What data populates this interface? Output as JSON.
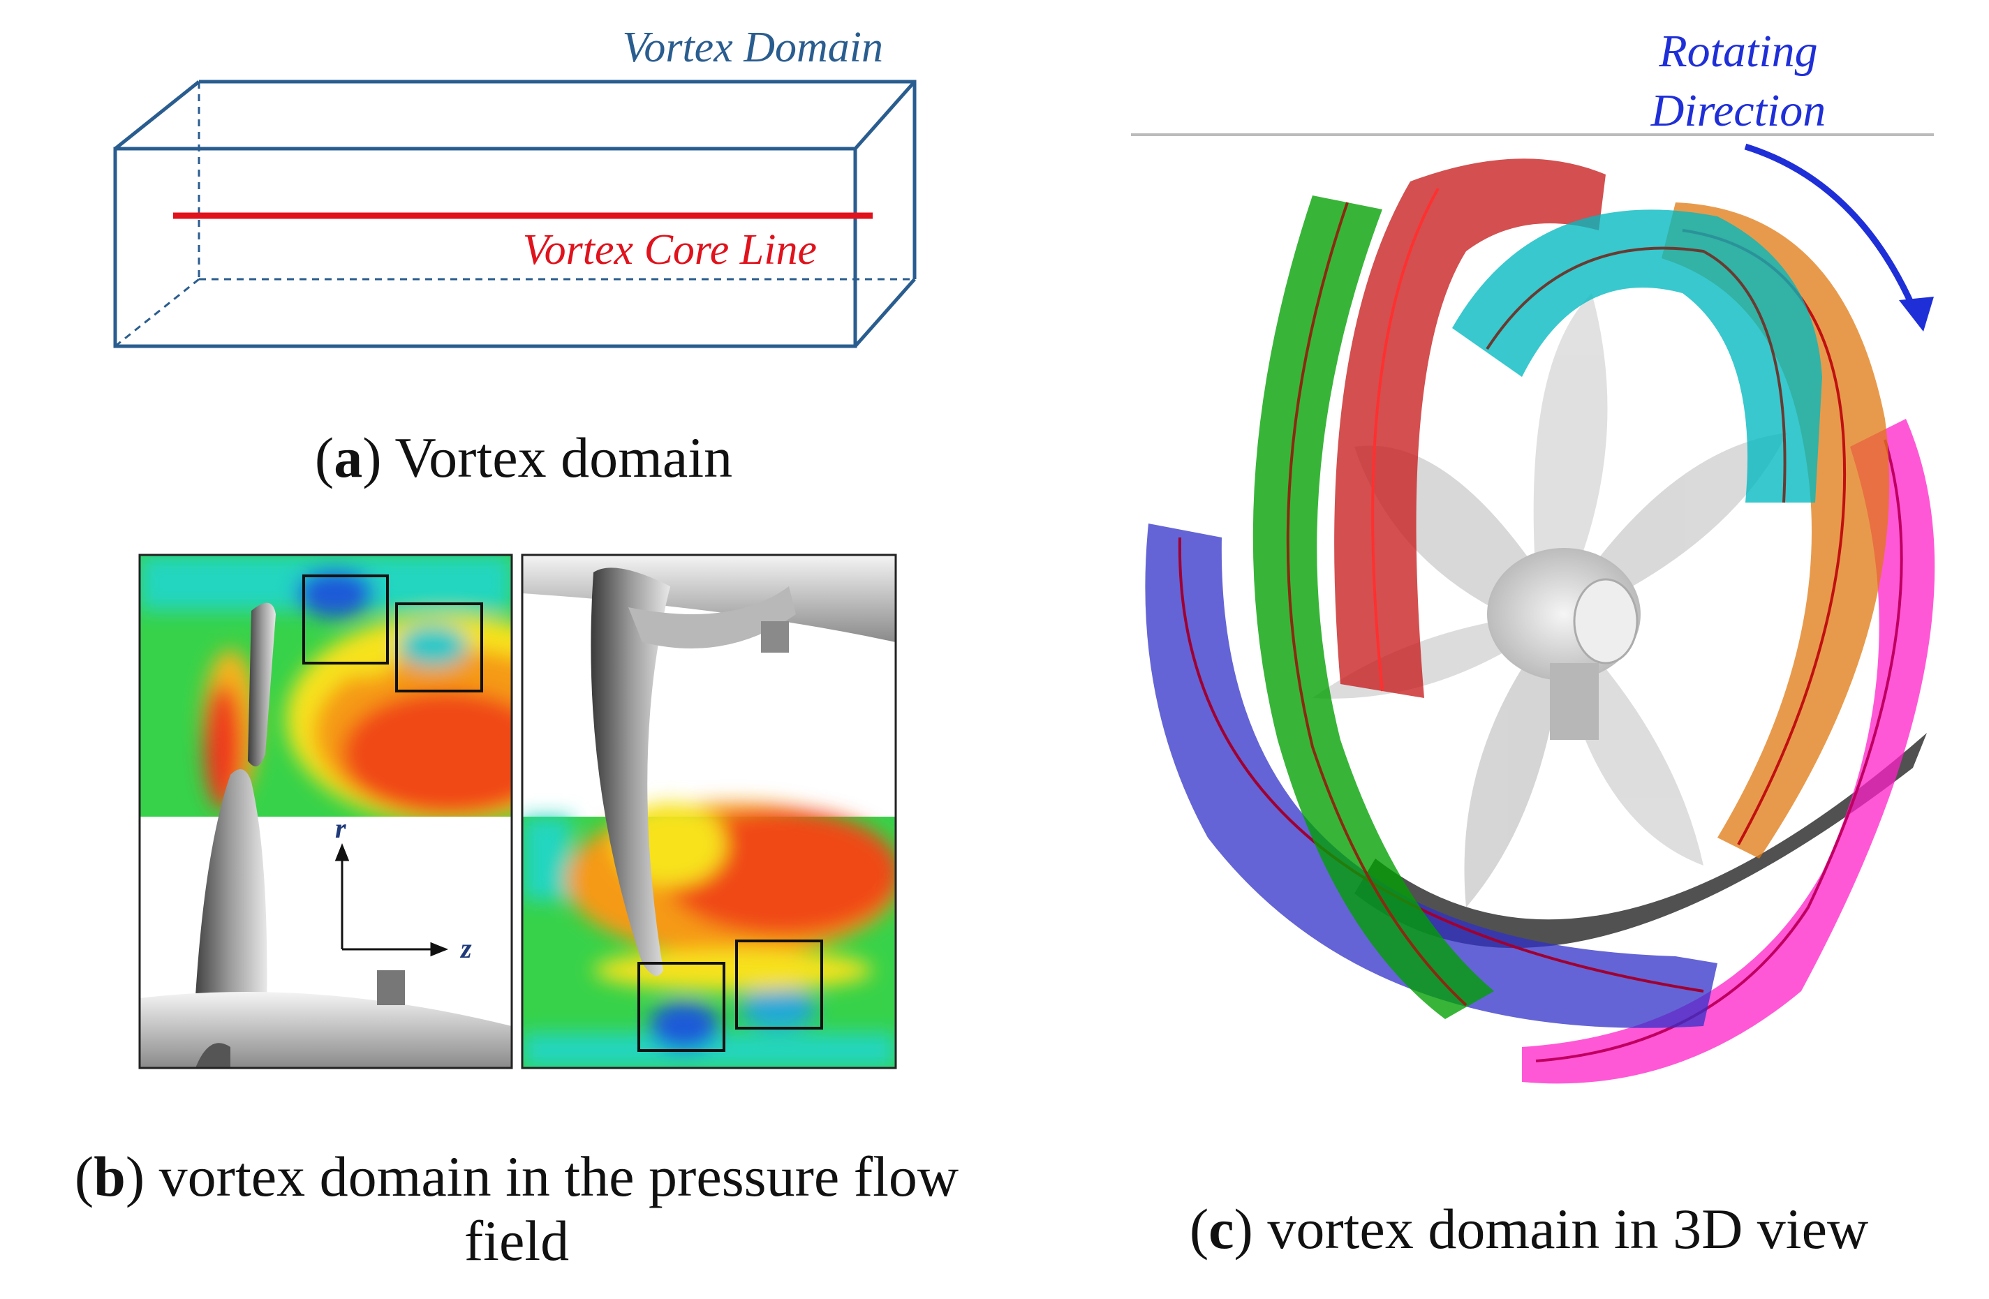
{
  "panel_a": {
    "box_label": "Vortex Domain",
    "line_label": "Vortex Core Line",
    "caption_letter": "a",
    "caption_text": "Vortex domain",
    "box_color": "#2a5d8f",
    "line_color": "#e0121c"
  },
  "panel_b": {
    "axis_r": "r",
    "axis_z": "z",
    "caption_letter": "b",
    "caption_line1": "vortex domain in the pressure flow",
    "caption_line2": "field"
  },
  "panel_c": {
    "rotation_label_1": "Rotating",
    "rotation_label_2": "Direction",
    "caption_letter": "c",
    "caption_text": "vortex domain in 3D view",
    "arrow_color": "#1f2fd8",
    "domain_colors": [
      "#00a000",
      "#c81e1e",
      "#00b8c0",
      "#e07810",
      "#ff20c8",
      "#3030c8",
      "#202020"
    ]
  }
}
